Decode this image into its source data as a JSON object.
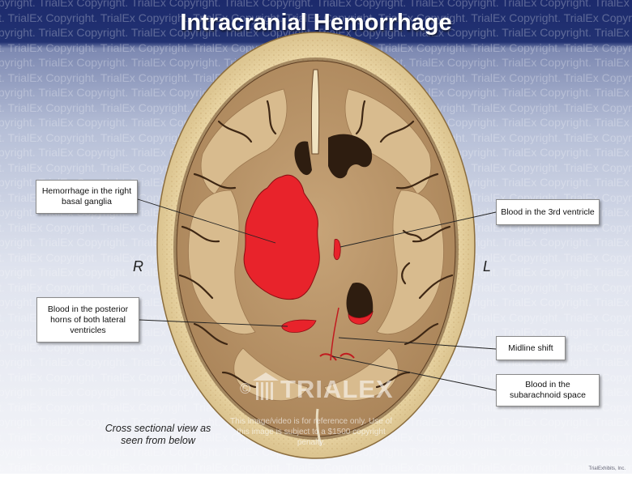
{
  "title": "Intracranial Hemorrhage",
  "watermark": "Copyright. TrialEx Copyright. TrialEx Copyright. TrialEx Copyright. TrialEx Copyright. TrialEx Copyright. TrialEx Copyright. TrialEx Copyright. TrialEx",
  "labels": {
    "hemorrhage_basal_ganglia": "Hemorrhage in the right basal ganglia",
    "third_ventricle": "Blood in the 3rd ventricle",
    "posterior_horns": "Blood in the posterior horns of both lateral ventricles",
    "midline_shift": "Midline shift",
    "subarachnoid": "Blood in the subarachnoid space"
  },
  "side_right": "R",
  "side_left": "L",
  "caption": "Cross sectional view as seen from below",
  "logo": "TRIALEX",
  "logo_copyright": "©",
  "notice": "This image/video is for reference only. Use of this image is subject to a $1500 copyright penalty.",
  "corner_credit": "TrialExhibits, Inc.",
  "colors": {
    "title_bar": "#223272",
    "blood": "#e8232b",
    "brain": "#b8946a",
    "skull": "#ead6a5"
  }
}
